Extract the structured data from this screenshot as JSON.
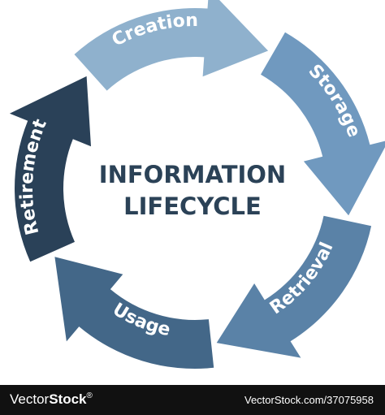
{
  "diagram": {
    "title_line1": "INFORMATION",
    "title_line2": "LIFECYCLE",
    "stages": [
      {
        "label": "Creation",
        "color": "#8fb1cd"
      },
      {
        "label": "Storage",
        "color": "#7099bf"
      },
      {
        "label": "Retrieval",
        "color": "#5a82a7"
      },
      {
        "label": "Usage",
        "color": "#436788"
      },
      {
        "label": "Retirement",
        "color": "#2a4158"
      }
    ]
  },
  "footer": {
    "brand_vector": "Vector",
    "brand_stock": "Stock",
    "image_id": "VectorStock.com/37075958"
  }
}
